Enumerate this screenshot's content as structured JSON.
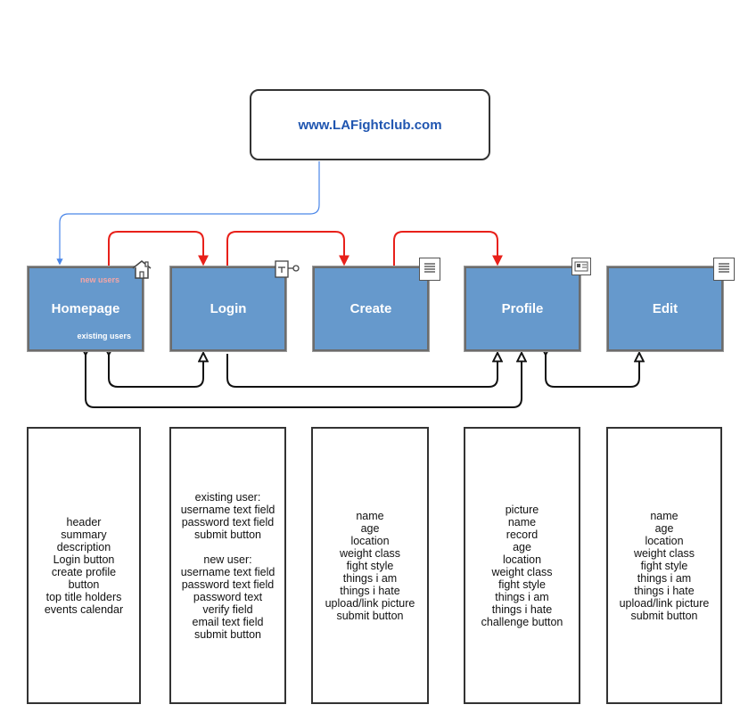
{
  "site": {
    "url": "www.LAFightclub.com"
  },
  "pages": {
    "homepage": {
      "title": "Homepage",
      "new_users_label": "new users",
      "existing_users_label": "existing users"
    },
    "login": {
      "title": "Login"
    },
    "create": {
      "title": "Create"
    },
    "profile": {
      "title": "Profile"
    },
    "edit": {
      "title": "Edit"
    }
  },
  "icons": {
    "homepage": "house-icon",
    "login": "key-icon",
    "create": "document-icon",
    "profile": "profile-card-icon",
    "edit": "document-icon"
  },
  "colors": {
    "page_fill": "#6699cc",
    "flow_red": "#e8201a",
    "entry_blue": "#4a86e8",
    "nav_black": "#111111",
    "url_text": "#1f55b0"
  },
  "specs": {
    "homepage": [
      "header",
      "summary",
      "description",
      "Login button",
      "create profile",
      "button",
      "top title holders",
      "events calendar"
    ],
    "login": [
      "existing user:",
      "username text field",
      "password text field",
      "submit button",
      "",
      "new user:",
      "username text field",
      "password text field",
      "password text",
      "verify field",
      "email text field",
      "submit button"
    ],
    "create": [
      "name",
      "age",
      "location",
      "weight class",
      "fight style",
      "things i am",
      "things i hate",
      "upload/link picture",
      "submit button"
    ],
    "profile": [
      "picture",
      "name",
      "record",
      "age",
      "location",
      "weight class",
      "fight style",
      "things i am",
      "things i hate",
      "challenge button"
    ],
    "edit": [
      "name",
      "age",
      "location",
      "weight class",
      "fight style",
      "things i am",
      "things i hate",
      "upload/link picture",
      "submit button"
    ]
  }
}
